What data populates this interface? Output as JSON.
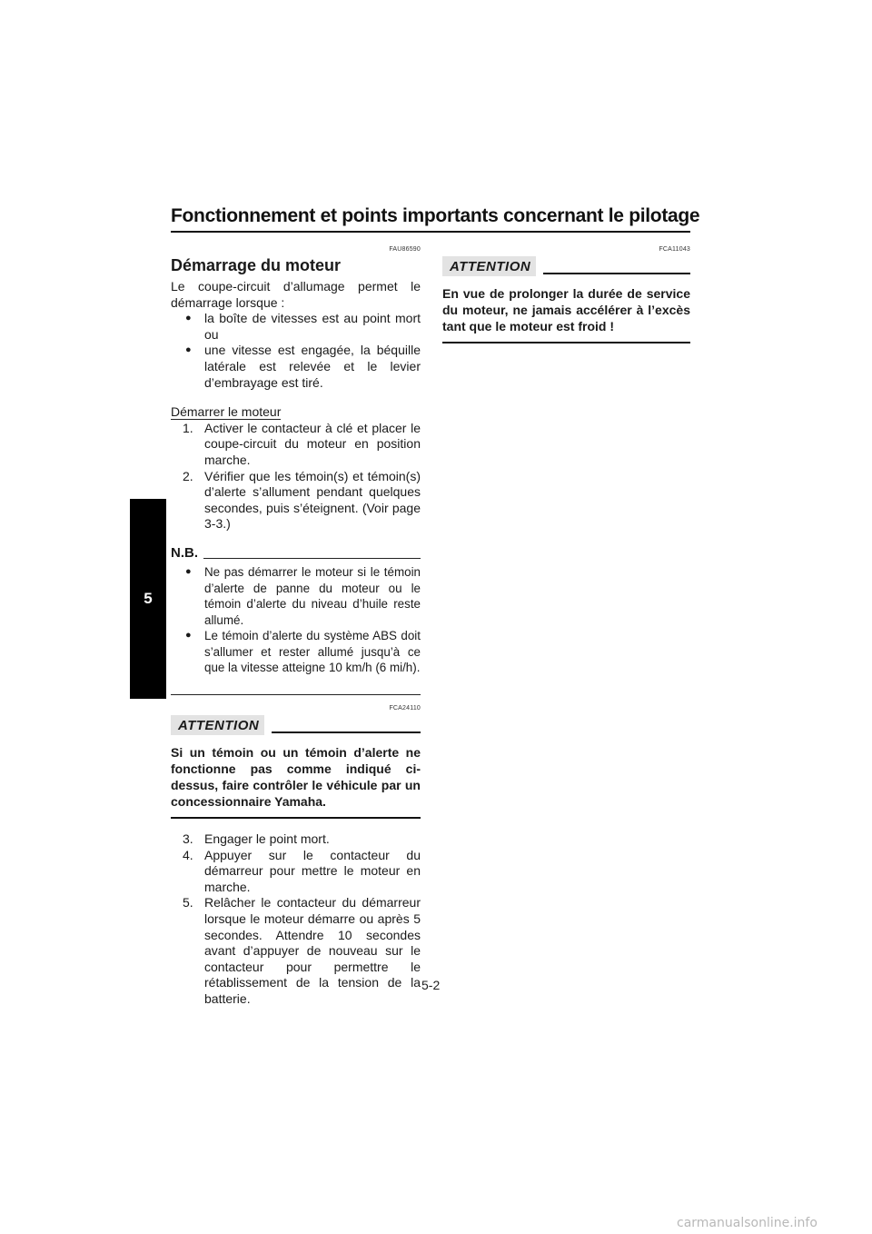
{
  "header": {
    "title": "Fonctionnement et points importants concernant le pilotage"
  },
  "chapter_tab": {
    "number": "5"
  },
  "left": {
    "code": "FAU86590",
    "title": "Démarrage du moteur",
    "intro": "Le coupe-circuit d’allumage permet le démarrage lorsque :",
    "conditions": [
      "la boîte de vitesses est au point mort ou",
      "une vitesse est engagée, la béquille latérale est relevée et le levier d’embrayage est tiré."
    ],
    "procedure_label": "Démarrer le moteur",
    "steps_a": [
      {
        "num": "1.",
        "text": "Activer le contacteur à clé et placer le coupe-circuit du moteur en position marche."
      },
      {
        "num": "2.",
        "text": "Vérifier que les témoin(s) et témoin(s) d’alerte s’allument pendant quelques secondes, puis s’éteignent. (Voir page 3-3.)"
      }
    ],
    "nb": {
      "label": "N.B.",
      "items": [
        "Ne pas démarrer le moteur si le témoin d’alerte de panne du moteur ou le témoin d’alerte du niveau d’huile reste allumé.",
        "Le témoin d’alerte du système ABS doit s’allumer et rester allumé jusqu’à ce que la vitesse atteigne 10 km/h (6 mi/h)."
      ]
    },
    "attention": {
      "code": "FCA24110",
      "label": "ATTENTION",
      "text": "Si un témoin ou un témoin d’alerte ne fonctionne pas comme indiqué ci-dessus, faire contrôler le véhicule par un concessionnaire Yamaha."
    },
    "steps_b": [
      {
        "num": "3.",
        "text": "Engager le point mort."
      },
      {
        "num": "4.",
        "text": "Appuyer sur le contacteur du démarreur pour mettre le moteur en marche."
      },
      {
        "num": "5.",
        "text": "Relâcher le contacteur du démarreur lorsque le moteur démarre ou après 5 secondes. Attendre 10 secondes avant d’appuyer de nouveau sur le contacteur pour permettre le rétablissement de la tension de la batterie."
      }
    ]
  },
  "right": {
    "attention": {
      "code": "FCA11043",
      "label": "ATTENTION",
      "text": "En vue de prolonger la durée de service du moteur, ne jamais accélérer à l’excès tant que le moteur est froid !"
    }
  },
  "footer": {
    "page_number": "5-2"
  },
  "watermark": {
    "text": "carmanualsonline.info"
  }
}
